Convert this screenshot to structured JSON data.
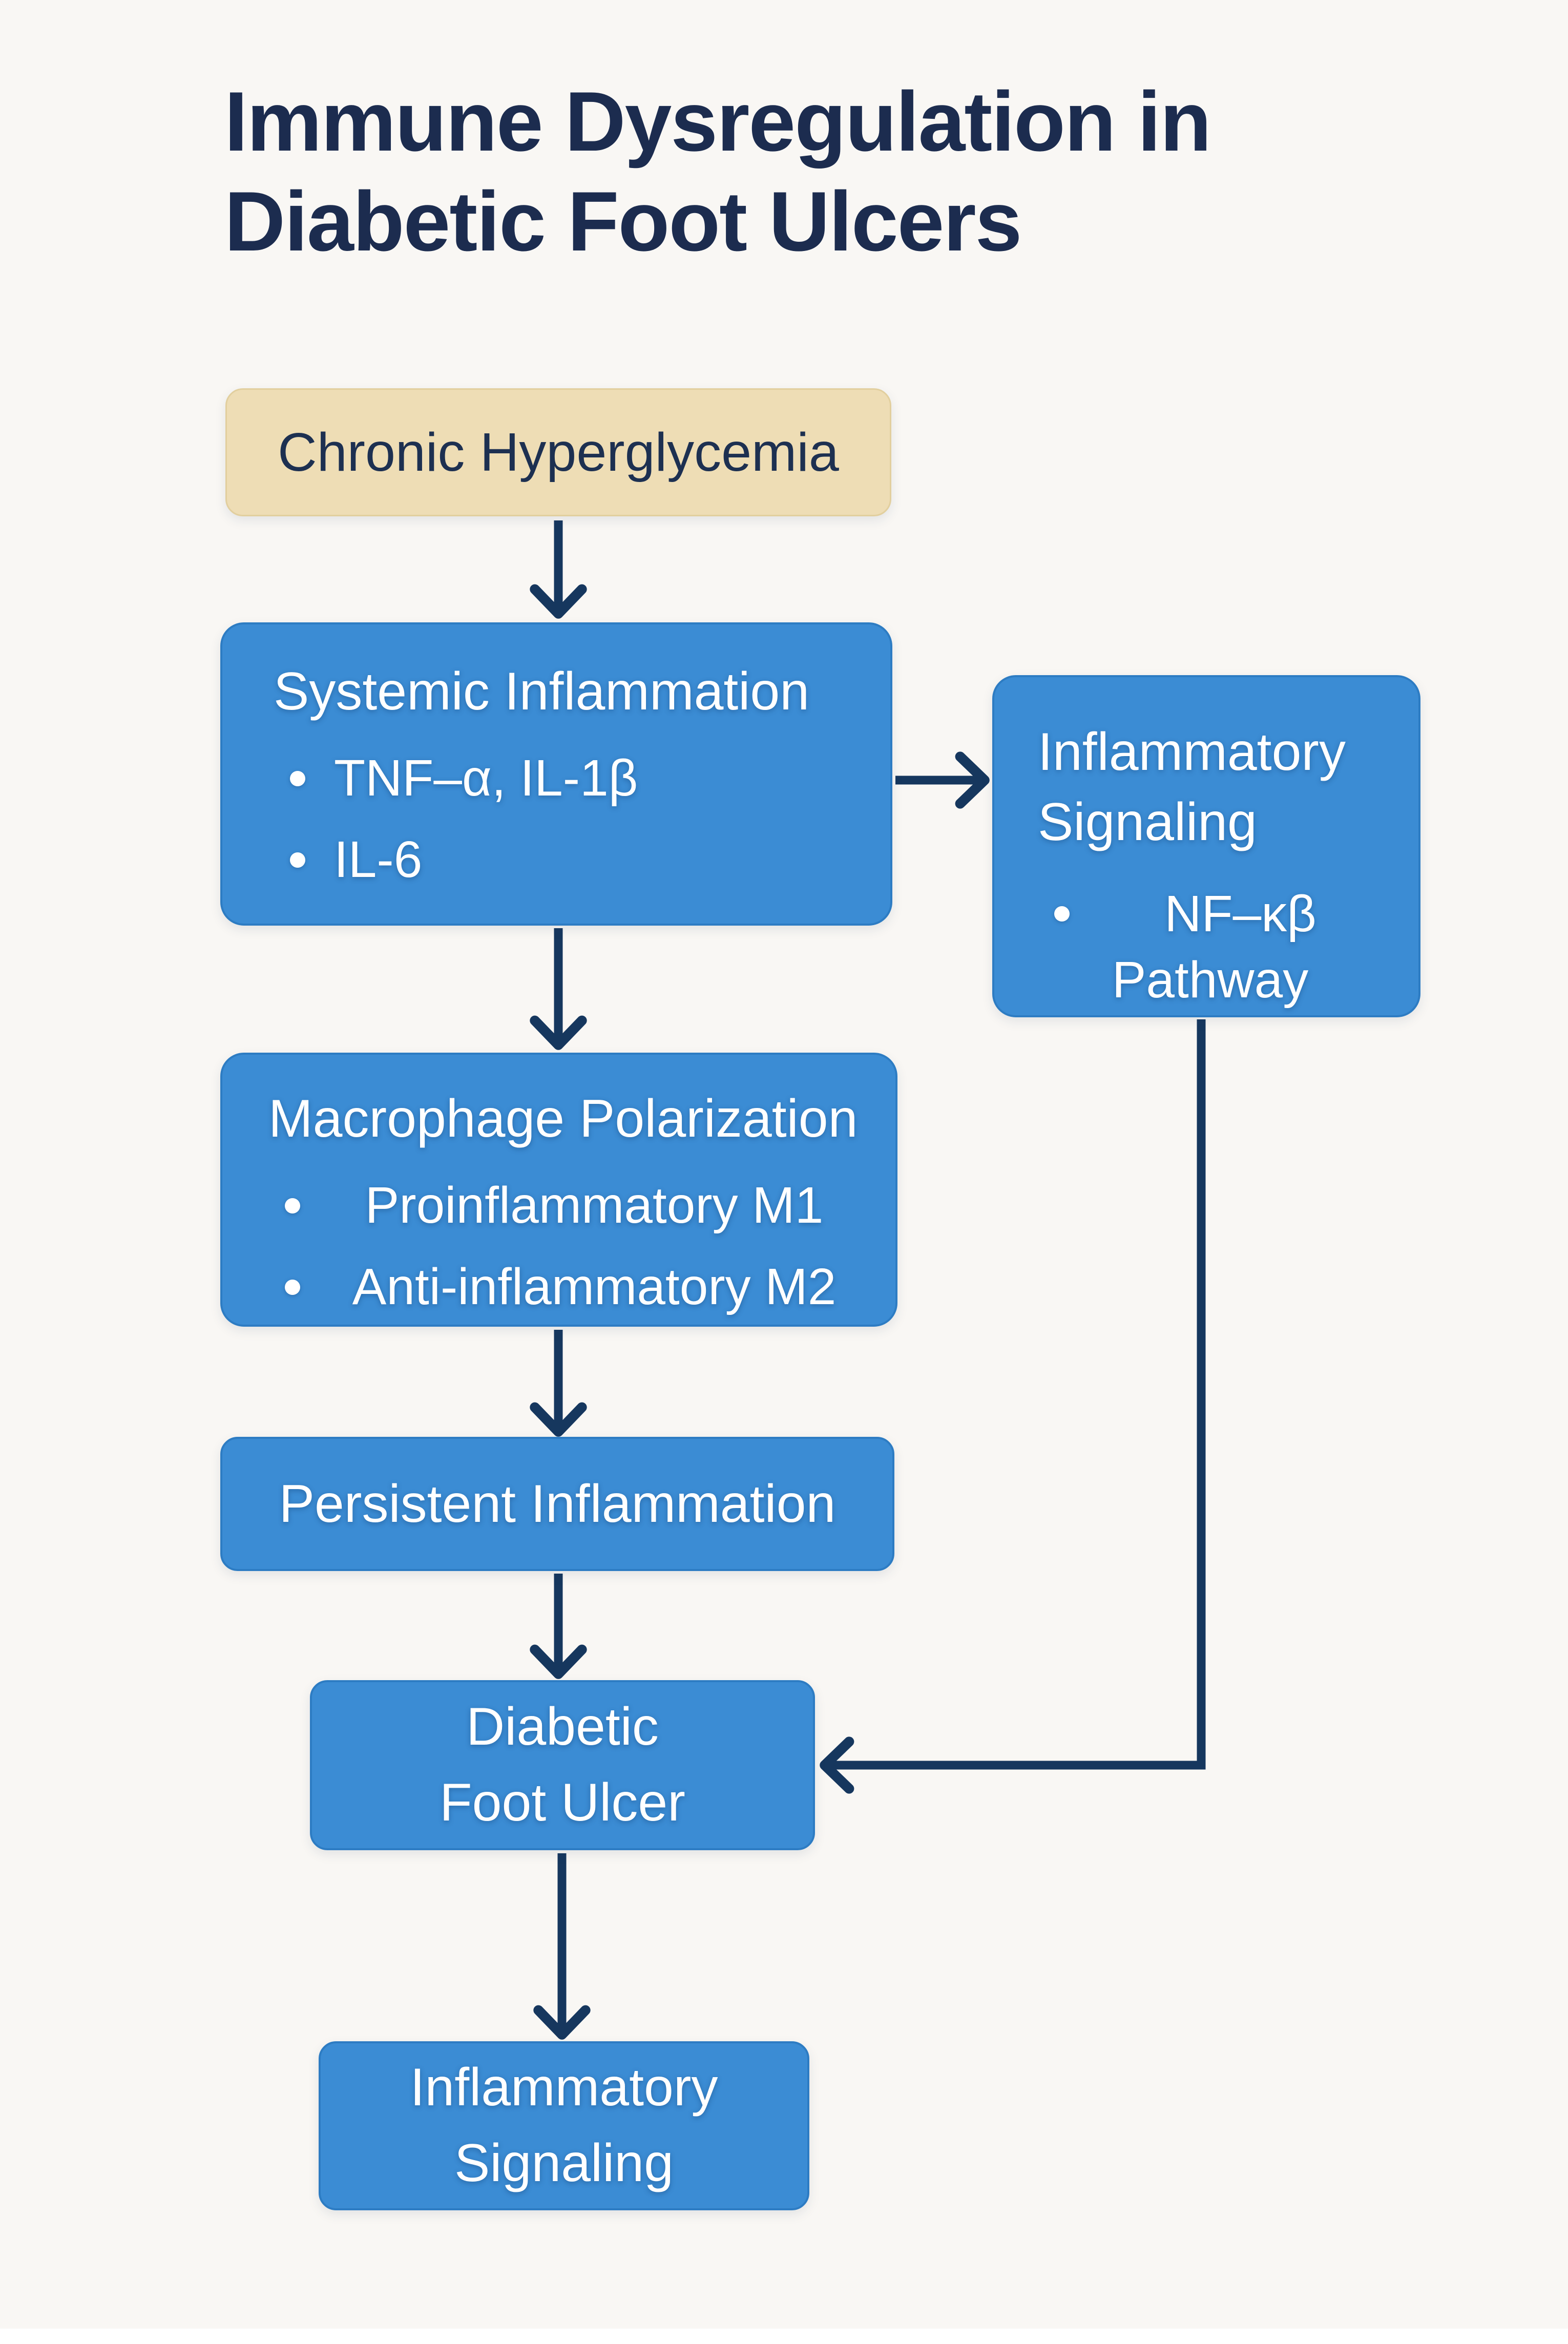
{
  "title": {
    "line1": "Immune Dysregulation in",
    "line2": "Diabetic Foot Ulcers"
  },
  "colors": {
    "background": "#f9f7f4",
    "node_blue": "#3b8cd4",
    "node_blue_border": "#2d7cc3",
    "node_tan": "#eeddb5",
    "arrow_navy": "#16375e",
    "title_navy": "#1c2c4f",
    "text_white": "#ffffff"
  },
  "nodes": {
    "chronic_hyperglycemia": {
      "label": "Chronic Hyperglycemia"
    },
    "systemic_inflammation": {
      "title": "Systemic Inflammation",
      "bullets": [
        "TNF–α, IL-1β",
        "IL-6"
      ]
    },
    "inflammatory_signaling_side": {
      "title_line1": "Inflammatory",
      "title_line2": "Signaling",
      "bullet": "NF–κβ",
      "bullet_continued": "Pathway"
    },
    "macrophage_polarization": {
      "title": "Macrophage Polarization",
      "bullets": [
        "Proinflammatory M1",
        "Anti-inflammatory M2"
      ]
    },
    "persistent_inflammation": {
      "label": "Persistent Inflammation"
    },
    "diabetic_foot_ulcer": {
      "line1": "Diabetic",
      "line2": "Foot Ulcer"
    },
    "inflammatory_signaling_bottom": {
      "line1": "Inflammatory",
      "line2": "Signaling"
    }
  }
}
